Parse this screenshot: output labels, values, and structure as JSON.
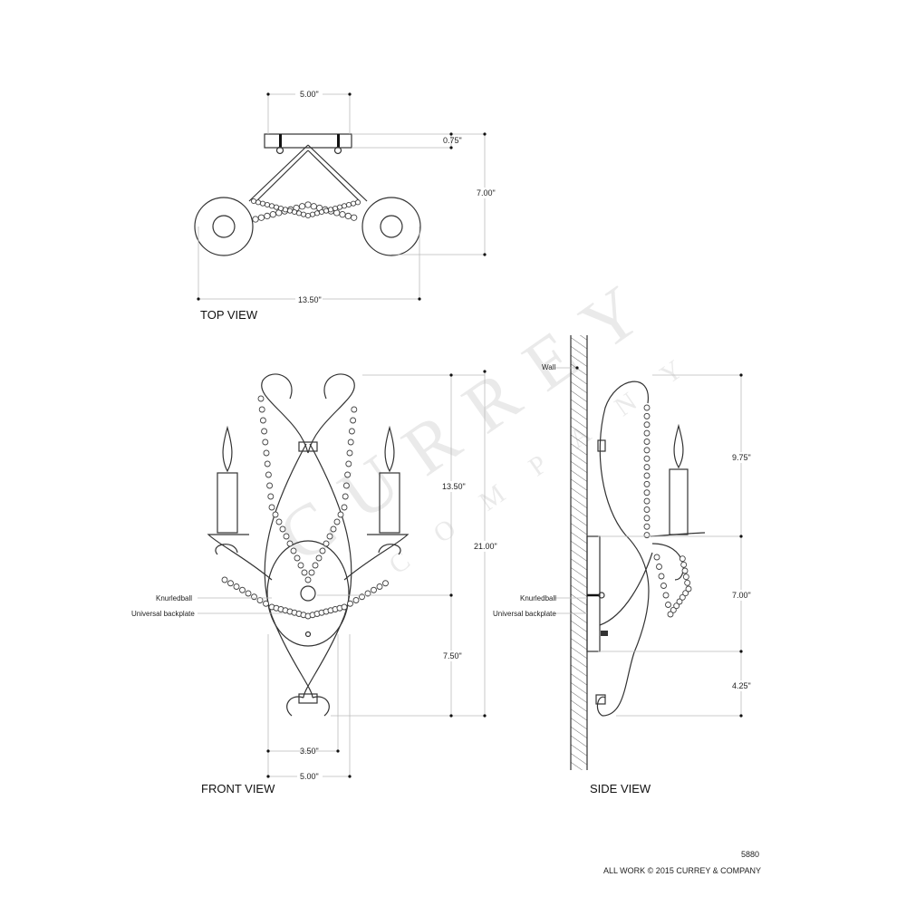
{
  "watermark": {
    "line1": "CURREY",
    "line2": "COMPANY"
  },
  "top_view": {
    "title": "TOP VIEW",
    "dim_width_plate": "5.00\"",
    "dim_depth_plate": "0.75\"",
    "dim_depth": "7.00\"",
    "dim_width": "13.50\""
  },
  "front_view": {
    "title": "FRONT VIEW",
    "dim_upper": "13.50\"",
    "dim_total": "21.00\"",
    "dim_lower": "7.50\"",
    "dim_backplate_inner": "3.50\"",
    "dim_backplate": "5.00\"",
    "label_knurledball": "Knurledball",
    "label_backplate": "Universal backplate"
  },
  "side_view": {
    "title": "SIDE VIEW",
    "label_wall": "Wall",
    "dim_upper": "9.75\"",
    "dim_middle": "7.00\"",
    "dim_lower": "4.25\"",
    "label_knurledball": "Knurledball",
    "label_backplate": "Universal backplate"
  },
  "footer": {
    "item_number": "5880",
    "copyright": "ALL WORK © 2015 CURREY & COMPANY"
  }
}
